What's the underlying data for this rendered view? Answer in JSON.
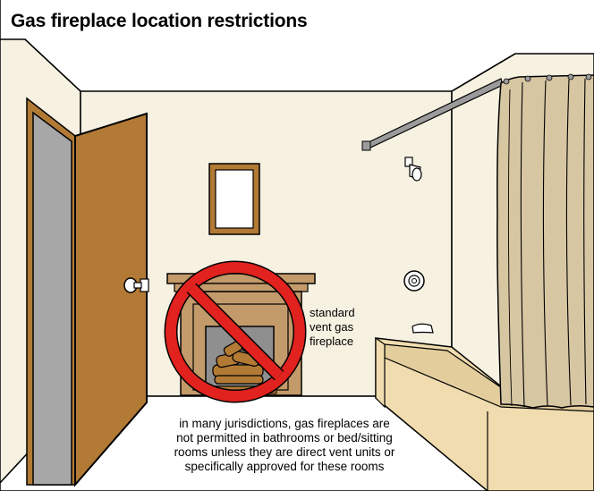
{
  "title": "Gas fireplace location restrictions",
  "fireplace_label": [
    "standard",
    "vent gas",
    "fireplace"
  ],
  "note": [
    "in many jurisdictions, gas fireplaces are",
    "not permitted in bathrooms or bed/sitting",
    "rooms unless they are direct vent units or",
    "specifically approved for these rooms"
  ],
  "colors": {
    "wall": "#f7f1e1",
    "door": "#b27a35",
    "door_opening": "#a7a7a7",
    "mantel": "#c39a6a",
    "curtain": "#d7c6a2",
    "tub": "#f0dcae",
    "prohibition": "#e1221e"
  },
  "icons": [
    "prohibition-sign-icon",
    "shower-head-icon",
    "faucet-icon",
    "door-knob-icon"
  ]
}
